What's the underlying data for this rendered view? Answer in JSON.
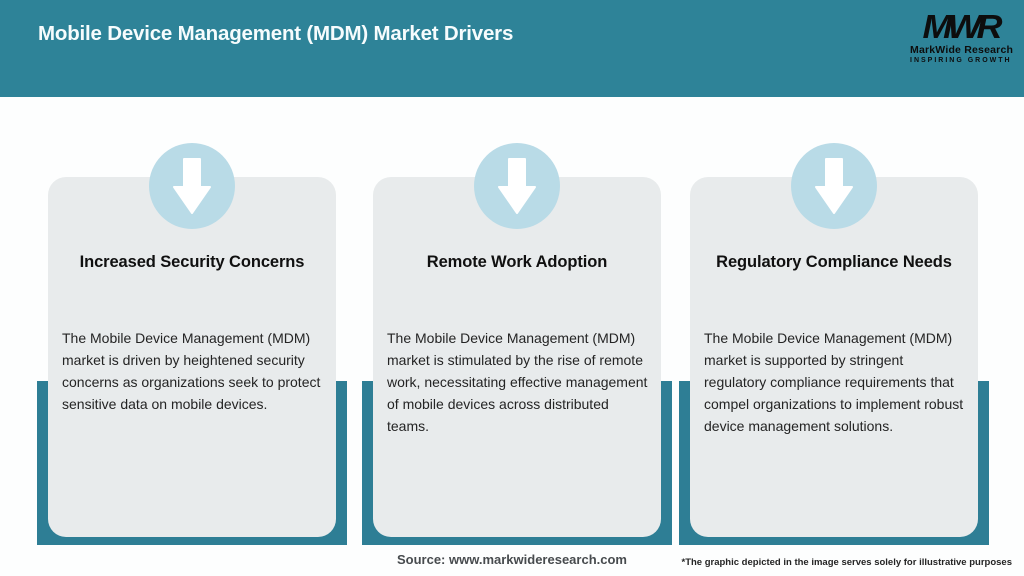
{
  "header": {
    "title": "Mobile Device Management (MDM) Market Drivers",
    "logo": {
      "monogram": "MWR",
      "name": "MarkWide Research",
      "tagline": "INSPIRING GROWTH"
    }
  },
  "cards": [
    {
      "icon": "down-arrow-icon",
      "title": "Increased Security Concerns",
      "description": "The Mobile Device Management (MDM) market is driven by heightened security concerns as organizations seek to protect sensitive data on mobile devices."
    },
    {
      "icon": "down-arrow-icon",
      "title": "Remote Work Adoption",
      "description": "The Mobile Device Management (MDM) market is stimulated by the rise of remote work, necessitating effective management of mobile devices across distributed teams."
    },
    {
      "icon": "down-arrow-icon",
      "title": "Regulatory Compliance Needs",
      "description": "The Mobile Device Management (MDM) market is supported by stringent regulatory compliance requirements that compel organizations to implement robust device management solutions."
    }
  ],
  "footer": {
    "source": "Source: www.markwideresearch.com",
    "disclaimer": "*The graphic depicted in the image serves solely for illustrative purposes"
  },
  "colors": {
    "header_teal": "#2e8398",
    "band_teal": "#2e7e95",
    "card_grey": "#e8ebec",
    "icon_circle_blue": "#b9dbe7",
    "arrow_white": "#ffffff",
    "title_white": "#f6fcfd",
    "body_text": "#242424"
  }
}
